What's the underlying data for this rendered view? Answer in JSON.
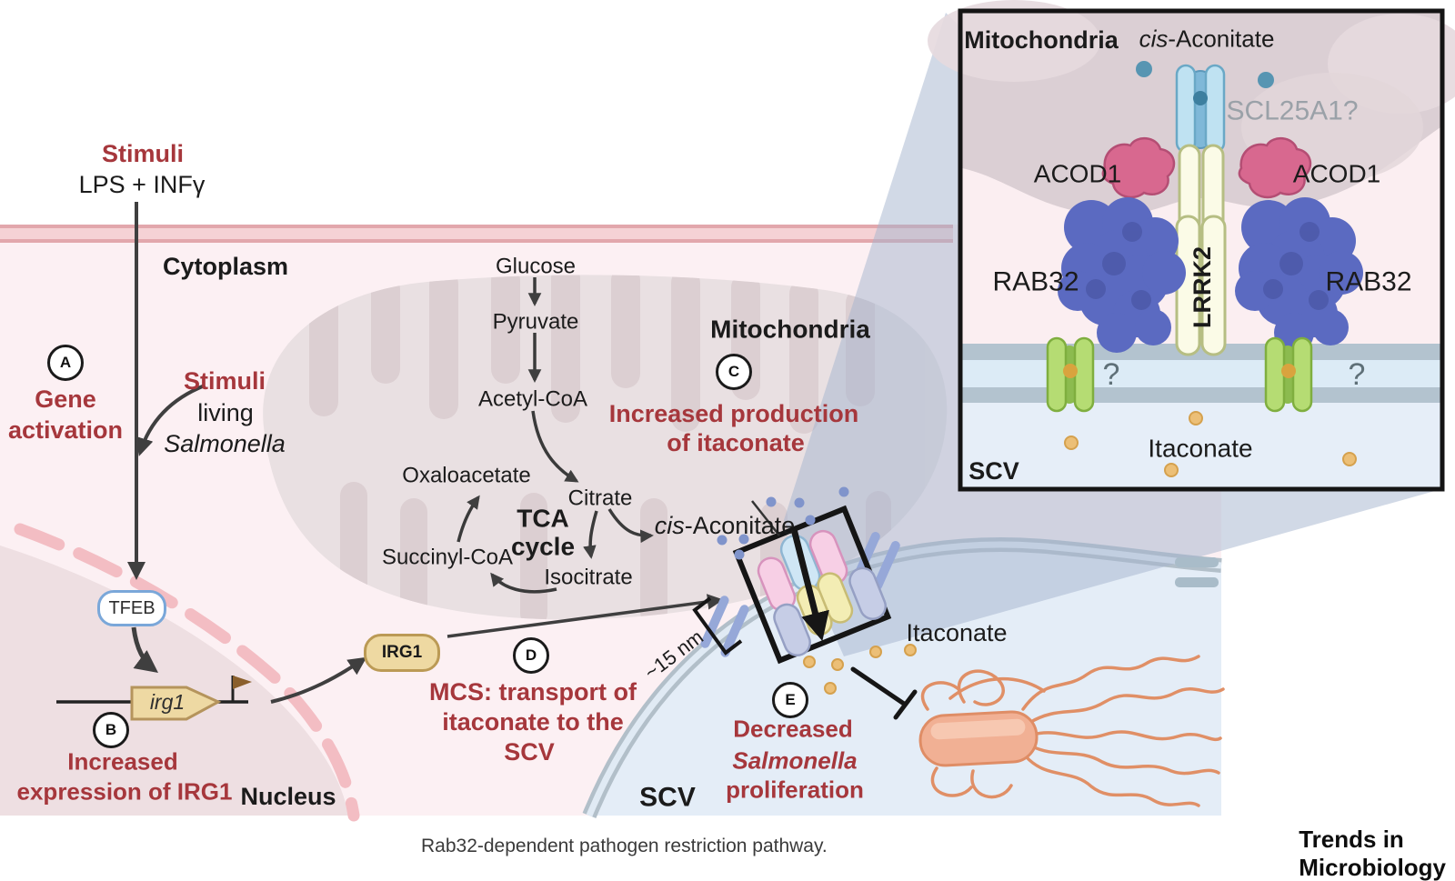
{
  "figure": {
    "caption": "Rab32-dependent pathogen restriction pathway.",
    "journal": "Trends in Microbiology"
  },
  "steps": {
    "a": "A",
    "b": "B",
    "c": "C",
    "d": "D",
    "e": "E"
  },
  "labels": {
    "stimuli_title": "Stimuli",
    "stimuli_sub": "LPS + INFγ",
    "cytoplasm": "Cytoplasm",
    "gene_activation_l1": "Gene",
    "gene_activation_l2": "activation",
    "stimuli2_title": "Stimuli",
    "stimuli2_l2": "living",
    "stimuli2_l3": "Salmonella",
    "glucose": "Glucose",
    "pyruvate": "Pyruvate",
    "acetyl_coa": "Acetyl-CoA",
    "oxaloacetate": "Oxaloacetate",
    "citrate": "Citrate",
    "tca_l1": "TCA",
    "tca_l2": "cycle",
    "succinyl_coa": "Succinyl-CoA",
    "isocitrate": "Isocitrate",
    "cis_aconitate_italic": "cis",
    "cis_aconitate_rest": "-Aconitate",
    "mitochondria": "Mitochondria",
    "increased_production_l1": "Increased production",
    "increased_production_l2": "of itaconate",
    "tfeb": "TFEB",
    "irg1_gene": "irg1",
    "irg1_protein": "IRG1",
    "increased_expression_l1": "Increased",
    "increased_expression_l2": "expression of IRG1",
    "nucleus": "Nucleus",
    "mcs_l1": "MCS: transport of",
    "mcs_l2": "itaconate to the",
    "mcs_l3": "SCV",
    "distance": "~15 nm",
    "itaconate": "Itaconate",
    "decreased_l1": "Decreased",
    "decreased_l2": "Salmonella",
    "decreased_l3": "proliferation",
    "scv": "SCV"
  },
  "inset": {
    "mitochondria": "Mitochondria",
    "cis_italic": "cis",
    "cis_rest": "-Aconitate",
    "transporter": "SCL25A1?",
    "acod1_left": "ACOD1",
    "acod1_right": "ACOD1",
    "rab32_left": "RAB32",
    "rab32_right": "RAB32",
    "lrrk2": "LRRK2",
    "unknown_left": "?",
    "unknown_right": "?",
    "itaconate": "Itaconate",
    "scv": "SCV"
  },
  "colors": {
    "accent_red": "#a6373c",
    "membrane_pink": "#f5d2d5",
    "cell_pink": "#fcf0f3",
    "scv_blue": "#e4edf7",
    "mito_taupe": "#dbcfd4",
    "rab32_blue": "#5b6ac1",
    "acod1_pink": "#d8688f",
    "lrrk2_cream": "#fbfbe7",
    "scl25a1_blue": "#bfe2f2",
    "green_channel": "#b5dc73",
    "itaconate_orange": "#ecbf77",
    "aconitate_slate": "#8094cb",
    "salmonella_orange": "#f1b094"
  }
}
